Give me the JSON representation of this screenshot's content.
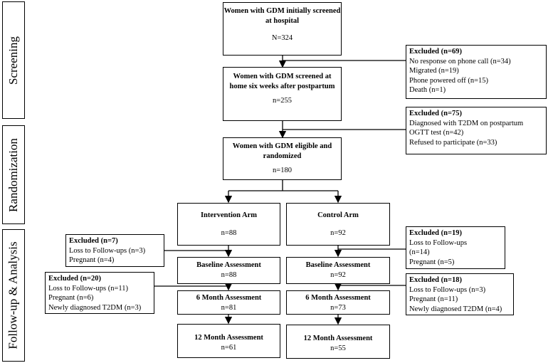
{
  "stages": {
    "screening": "Screening",
    "randomization": "Randomization",
    "followup": "Follow-up & Analysis"
  },
  "boxes": {
    "initial": {
      "title": "Women with GDM initially screened at hospital",
      "count": "N=324"
    },
    "home": {
      "title": "Women with GDM screened at home six weeks after postpartum",
      "count": "n=255"
    },
    "randomized": {
      "title": "Women with GDM eligible and randomized",
      "count": "n=180"
    },
    "intervention": {
      "title": "Intervention Arm",
      "count": "n=88"
    },
    "control": {
      "title": "Control Arm",
      "count": "n=92"
    },
    "int_baseline": {
      "title": "Baseline Assessment",
      "count": "n=88"
    },
    "ctl_baseline": {
      "title": "Baseline Assessment",
      "count": "n=92"
    },
    "int_6m": {
      "title": "6 Month Assessment",
      "count": "n=81"
    },
    "ctl_6m": {
      "title": "6 Month Assessment",
      "count": "n=73"
    },
    "int_12m": {
      "title": "12 Month Assessment",
      "count": "n=61"
    },
    "ctl_12m": {
      "title": "12 Month Assessment",
      "count": "n=55"
    }
  },
  "exclusions": {
    "ex69": {
      "head": "Excluded (n=69)",
      "lines": [
        "No response on phone call (n=34)",
        "Migrated (n=19)",
        "Phone powered off (n=15)",
        "Death (n=1)"
      ]
    },
    "ex75": {
      "head": "Excluded (n=75)",
      "lines": [
        "Diagnosed with T2DM on postpartum",
        "OGTT test (n=42)",
        "Refused to participate (n=33)"
      ]
    },
    "ex7": {
      "head": "Excluded (n=7)",
      "lines": [
        "Loss to Follow-ups (n=3)",
        "Pregnant (n=4)"
      ]
    },
    "ex20": {
      "head": "Excluded (n=20)",
      "lines": [
        "Loss to Follow-ups (n=11)",
        "Pregnant (n=6)",
        "Newly diagnosed T2DM (n=3)"
      ]
    },
    "ex19": {
      "head": "Excluded (n=19)",
      "lines": [
        "Loss to Follow-ups",
        "(n=14)",
        "Pregnant (n=5)"
      ]
    },
    "ex18": {
      "head": "Excluded (n=18)",
      "lines": [
        "Loss to Follow-ups (n=3)",
        "Pregnant (n=11)",
        "Newly diagnosed T2DM (n=4)"
      ]
    }
  }
}
